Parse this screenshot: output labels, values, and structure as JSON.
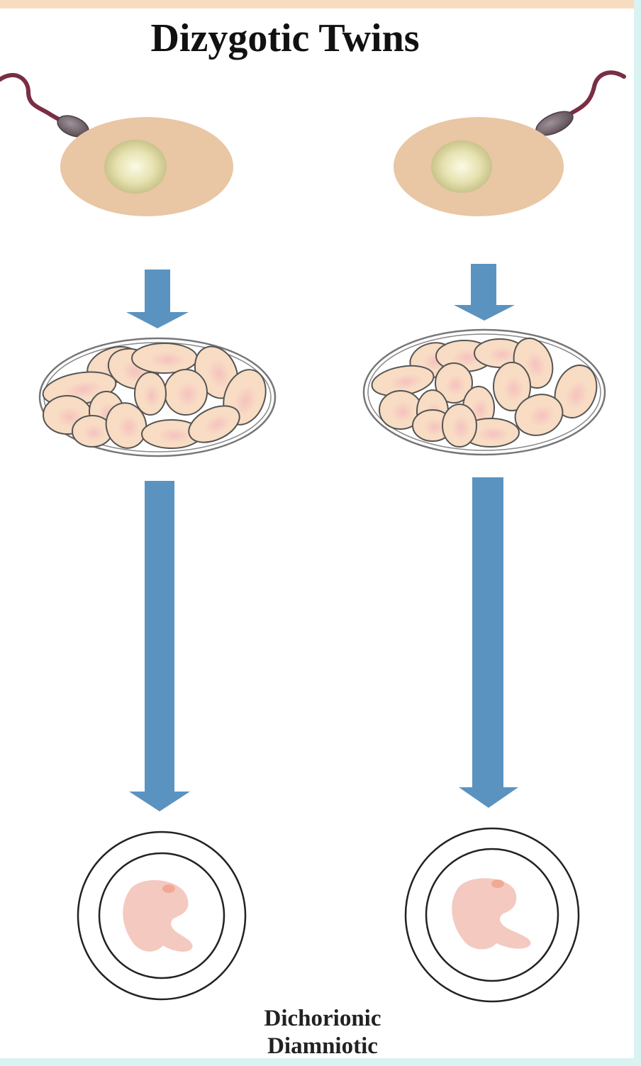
{
  "title": "Dizygotic Twins",
  "caption": {
    "line1": "Dichorionic",
    "line2": "Diamniotic"
  },
  "colors": {
    "frame_top": "#f7dcc0",
    "frame_right": "#d8f3f1",
    "frame_bottom": "#d8f3f1",
    "arrow": "#5b93c0",
    "egg": "#e9c6a4",
    "nucleus": "#e6e2b0",
    "sperm": "#7a6a70",
    "tail": "#7a2e44",
    "cell": "#f7dcc2",
    "embryo": "#f4c9c0"
  },
  "icons": {
    "sperm": "sperm-icon",
    "egg": "egg-cell-icon",
    "blastocyst": "cell-cluster-icon",
    "embryo": "embryo-icon"
  }
}
